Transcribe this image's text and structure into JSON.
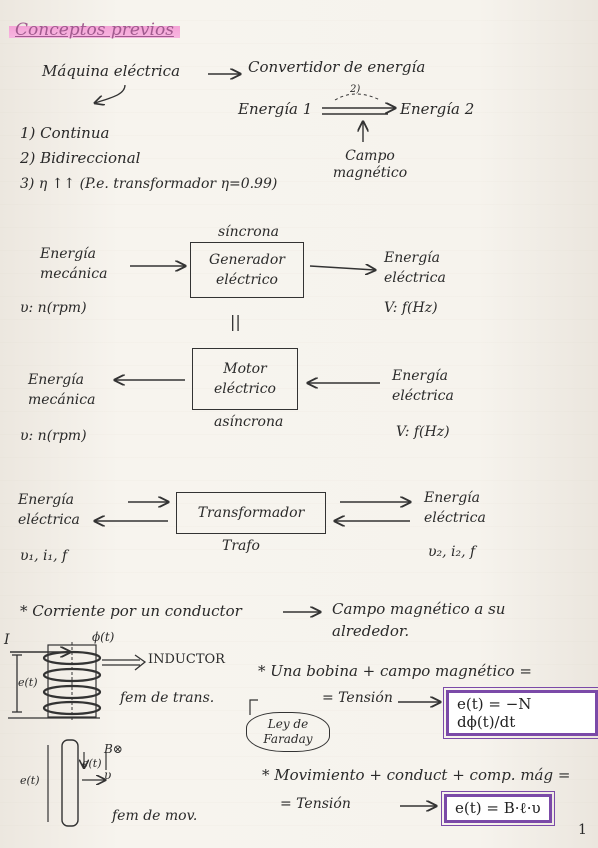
{
  "title": "Conceptos previos",
  "intro": {
    "maquina": "Máquina eléctrica",
    "convertidor": "Convertidor de energía",
    "energia1": "Energía 1",
    "energia2": "Energía 2",
    "reverse_num": "2)",
    "campo": "Campo magnético",
    "props": [
      "1) Continua",
      "2) Bidireccional",
      "3) η ↑↑ (P.e. transformador η=0.99)"
    ]
  },
  "generator": {
    "above": "síncrona",
    "box": "Generador eléctrico",
    "left_label": "Energía mecánica",
    "left_sub": "υ: n(rpm)",
    "right_label": "Energía eléctrica",
    "right_sub": "V: f(Hz)"
  },
  "equiv": "||",
  "motor": {
    "box": "Motor eléctrico",
    "below": "asíncrona",
    "left_label": "Energía mecánica",
    "left_sub": "υ: n(rpm)",
    "right_label": "Energía eléctrica",
    "right_sub": "V: f(Hz)"
  },
  "transformer": {
    "box": "Transformador",
    "below": "Trafo",
    "left_label": "Energía eléctrica",
    "left_sub": "υ₁, i₁, f",
    "right_label": "Energía eléctrica",
    "right_sub": "υ₂, i₂, f"
  },
  "corriente": {
    "text": "* Corriente por un conductor",
    "result": "Campo magnético a su alrededor."
  },
  "inductor": {
    "I": "I",
    "phi": "ϕ(t)",
    "et": "e(t)",
    "label": "INDUCTOR",
    "fem": "fem de trans."
  },
  "bobina": {
    "text": "* Una bobina + campo magnético =",
    "tension": "= Tensión",
    "formula": "e(t) = −N dϕ(t)/dt",
    "faraday": "Ley de Faraday"
  },
  "movimiento": {
    "text": "* Movimiento + conduct + comp. mág =",
    "tension": "= Tensión",
    "formula": "e(t) = B·ℓ·υ",
    "et": "e(t)",
    "B": "B⊗",
    "v": "υ",
    "fem": "fem de mov."
  },
  "page_number": "1"
}
